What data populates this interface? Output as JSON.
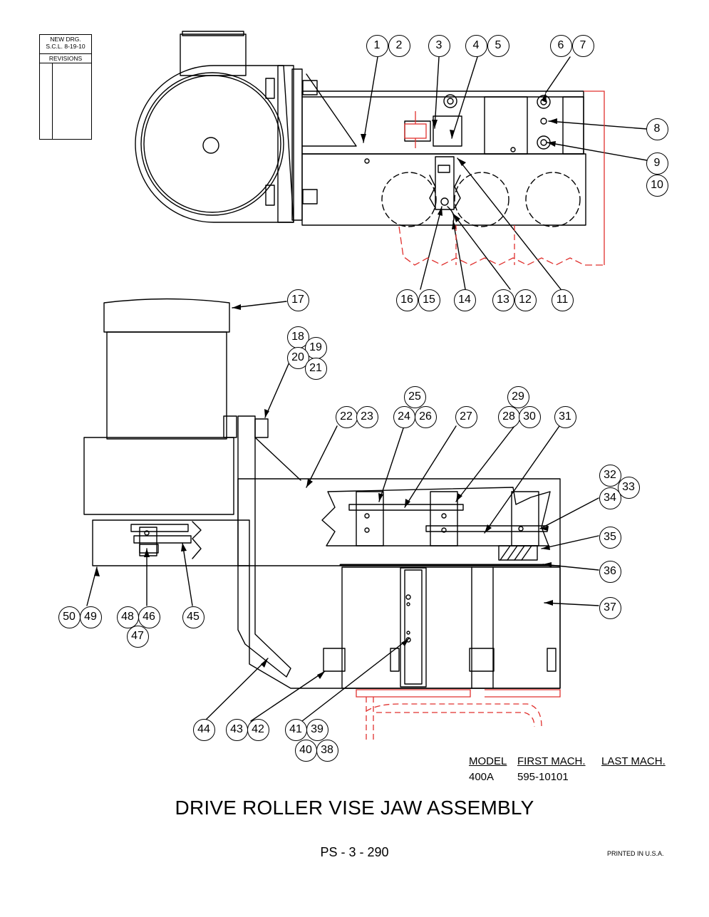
{
  "revision_block": {
    "line1": "NEW DRG.",
    "line2": "S.C.L. 8-19-10",
    "header": "REVISIONS"
  },
  "balloons": [
    "1",
    "2",
    "3",
    "4",
    "5",
    "6",
    "7",
    "8",
    "9",
    "10",
    "11",
    "12",
    "13",
    "14",
    "15",
    "16",
    "17",
    "18",
    "19",
    "20",
    "21",
    "22",
    "23",
    "24",
    "25",
    "26",
    "27",
    "28",
    "29",
    "30",
    "31",
    "32",
    "33",
    "34",
    "35",
    "36",
    "37",
    "38",
    "39",
    "40",
    "41",
    "42",
    "43",
    "44",
    "45",
    "46",
    "47",
    "48",
    "49",
    "50"
  ],
  "model_table": {
    "headers": [
      "MODEL",
      "FIRST MACH.",
      "LAST MACH."
    ],
    "rows": [
      [
        "400A",
        "595-10101",
        ""
      ]
    ]
  },
  "title": "DRIVE ROLLER VISE JAW ASSEMBLY",
  "page_number": "PS - 3 - 290",
  "printed": "PRINTED IN U.S.A.",
  "colors": {
    "ink": "#000000",
    "phantom": "#e0312e",
    "background": "#ffffff"
  }
}
